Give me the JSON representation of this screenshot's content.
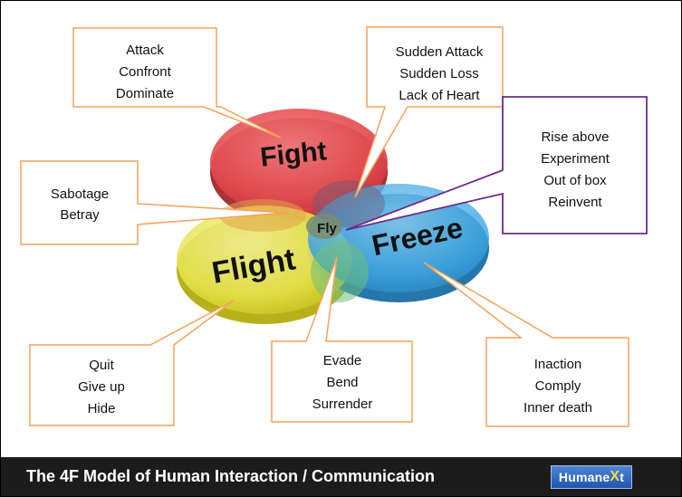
{
  "circles": {
    "fight": "Fight",
    "flight": "Flight",
    "freeze": "Freeze",
    "fly": "Fly"
  },
  "callouts": {
    "fight": [
      "Attack",
      "Confront",
      "Dominate"
    ],
    "sabotage": [
      "Sabotage",
      "Betray"
    ],
    "sudden": [
      "Sudden Attack",
      "Sudden Loss",
      "Lack of Heart"
    ],
    "rise": [
      "Rise above",
      "Experiment",
      "Out of box",
      "Reinvent"
    ],
    "quit": [
      "Quit",
      "Give up",
      "Hide"
    ],
    "evade": [
      "Evade",
      "Bend",
      "Surrender"
    ],
    "inaction": [
      "Inaction",
      "Comply",
      "Inner death"
    ]
  },
  "footer": {
    "title": "The 4F Model of Human Interaction / Communication",
    "brand_main": "Humane",
    "brand_x": "X",
    "brand_t": "t"
  },
  "colors": {
    "fight": "#e24a4f",
    "flight": "#e6e24a",
    "freeze": "#3ea7e3",
    "callout_border": "#f5a25b",
    "rise_border": "#6b2d8a"
  }
}
